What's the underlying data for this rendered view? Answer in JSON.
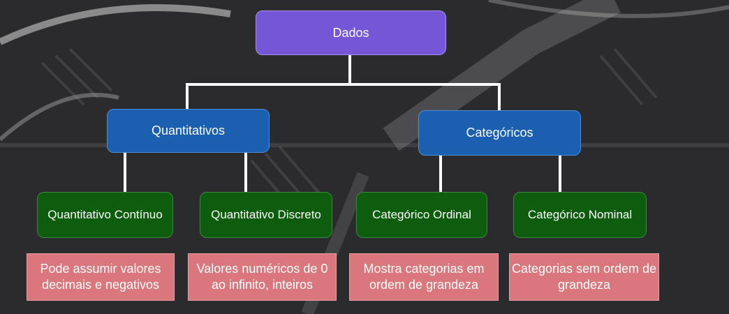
{
  "diagram": {
    "root": {
      "label": "Dados"
    },
    "branches": [
      {
        "label": "Quantitativos",
        "children": [
          {
            "label": "Quantitativo Contínuo",
            "description": "Pode assumir valores decimais e negativos"
          },
          {
            "label": "Quantitativo Discreto",
            "description": "Valores numéricos de 0 ao infinito, inteiros"
          }
        ]
      },
      {
        "label": "Categóricos",
        "children": [
          {
            "label": "Categórico Ordinal",
            "description": "Mostra categorias em ordem de grandeza"
          },
          {
            "label": "Categórico Nominal",
            "description": "Categorias sem ordem de grandeza"
          }
        ]
      }
    ]
  },
  "colors": {
    "background": "#2b2b2e",
    "root": "#7556d6",
    "level1": "#1a5fb0",
    "level2": "#0e5c0e",
    "description": "#d9777d",
    "connector": "#ffffff"
  }
}
